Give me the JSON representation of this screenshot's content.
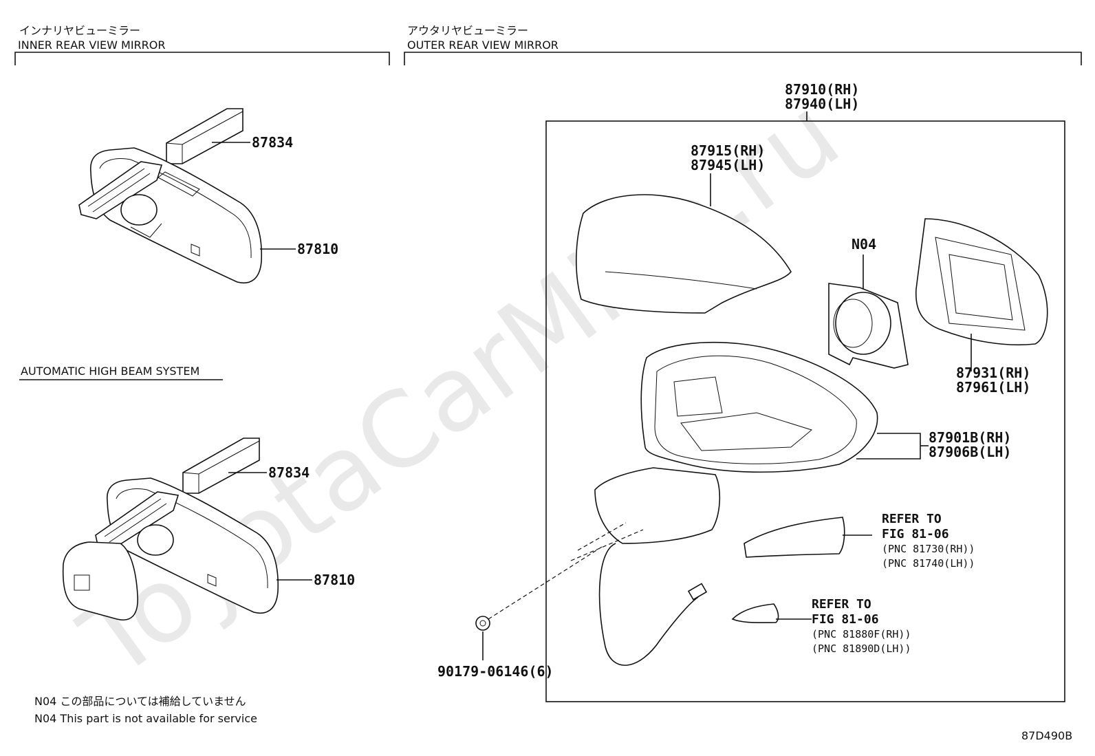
{
  "watermark": "ToyotaCarMine.ru",
  "inner": {
    "title_jp": "インナリヤビューミラー",
    "title_en": "INNER REAR VIEW MIRROR",
    "subsection": "AUTOMATIC HIGH BEAM SYSTEM",
    "parts_top": [
      "87834",
      "87810"
    ],
    "parts_bottom": [
      "87834",
      "87810"
    ]
  },
  "outer": {
    "title_jp": "アウタリヤビューミラー",
    "title_en": "OUTER REAR VIEW MIRROR",
    "assembly": [
      "87910(RH)",
      "87940(LH)"
    ],
    "cover": [
      "87915(RH)",
      "87945(LH)"
    ],
    "motor": "N04",
    "glass": [
      "87931(RH)",
      "87961(LH)"
    ],
    "housing": [
      "87901B(RH)",
      "87906B(LH)"
    ],
    "ref1": [
      "REFER TO",
      "FIG 81-06",
      "(PNC 81730(RH))",
      "(PNC 81740(LH))"
    ],
    "ref2": [
      "REFER TO",
      "FIG 81-06",
      "(PNC 81880F(RH))",
      "(PNC 81890D(LH))"
    ],
    "screw": "90179-06146(6)"
  },
  "notes": {
    "jp": "N04 この部品については補給していません",
    "en": "N04 This part is not available for service"
  },
  "figure_id": "87D490B"
}
